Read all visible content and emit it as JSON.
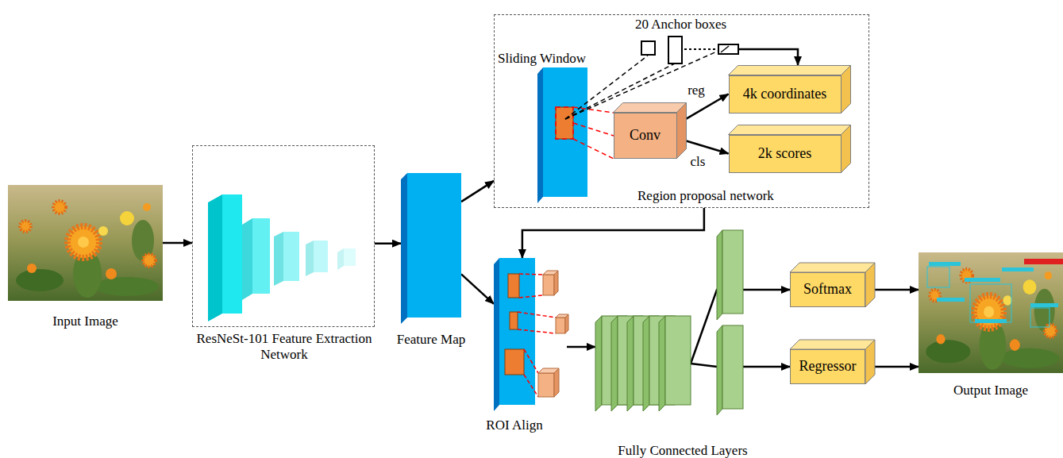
{
  "diagram": {
    "nodes": [
      {
        "text": [
          "Input Image"
        ]
      },
      {
        "text": [
          "ResNeSt-101 Feature Extraction Network"
        ]
      },
      {
        "text": [
          "Feature Map"
        ]
      },
      {
        "text": [
          "Region proposal network"
        ]
      },
      {
        "text": [
          "Conv"
        ],
        "in": 3
      },
      {
        "text": [
          "4k coordinates"
        ],
        "in": 3
      },
      {
        "text": [
          "2k scores"
        ],
        "in": 3
      },
      {
        "text": [
          "ROI Align"
        ]
      },
      {
        "text": [
          "Fully Connected Layers"
        ]
      },
      {
        "text": [
          "Softmax"
        ]
      },
      {
        "text": [
          "Regressor"
        ]
      },
      {
        "text": [
          "Output Image"
        ]
      }
    ],
    "edges": [
      {
        "from": 0,
        "to": 1,
        "arrow": "to"
      },
      {
        "from": 1,
        "to": 2,
        "arrow": "to"
      },
      {
        "from": 2,
        "to": 3,
        "arrow": "to"
      },
      {
        "from": 2,
        "to": 7,
        "arrow": "to"
      },
      {
        "from": 3,
        "to": 7,
        "arrow": "to"
      },
      {
        "from": 4,
        "to": 5,
        "label": "reg",
        "arrow": "to"
      },
      {
        "from": 4,
        "to": 6,
        "label": "cls",
        "arrow": "to"
      },
      {
        "from": 7,
        "to": 8,
        "arrow": "to"
      },
      {
        "from": 8,
        "to": 9,
        "arrow": "to"
      },
      {
        "from": 8,
        "to": 10,
        "arrow": "to"
      },
      {
        "from": 9,
        "to": 11,
        "arrow": "to"
      },
      {
        "from": 10,
        "to": 11,
        "arrow": "to"
      }
    ],
    "labels": [
      "20 Anchor boxes",
      "Sliding Window"
    ]
  }
}
